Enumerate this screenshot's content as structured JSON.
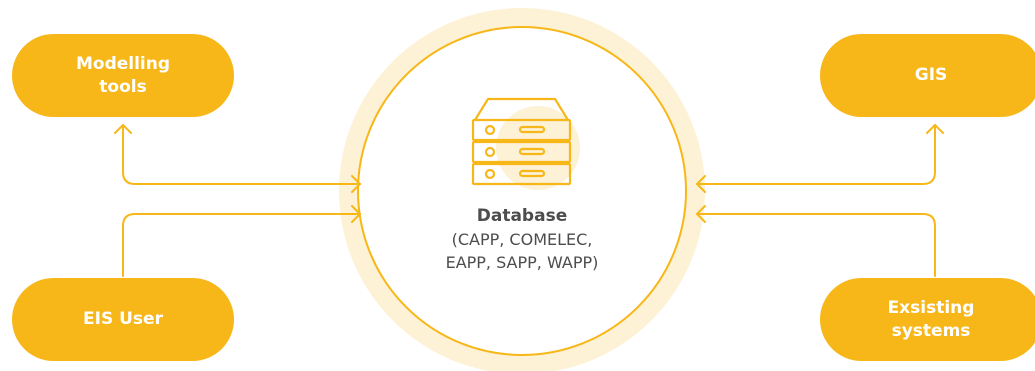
{
  "colors": {
    "accent": "#F7B718",
    "halo": "#FDF1D6",
    "line": "#F7B718",
    "text_dark": "#4d4d4d",
    "pill_text": "#ffffff"
  },
  "nodes": {
    "modelling_tools": {
      "line1": "Modelling",
      "line2": "tools"
    },
    "gis": {
      "label": "GIS"
    },
    "eis_user": {
      "label": "EIS User"
    },
    "existing_systems": {
      "line1": "Exsisting",
      "line2": "systems"
    }
  },
  "database": {
    "icon": "server-stack-icon",
    "title": "Database",
    "line1": "(CAPP, COMELEC,",
    "line2": "EAPP, SAPP, WAPP)"
  }
}
